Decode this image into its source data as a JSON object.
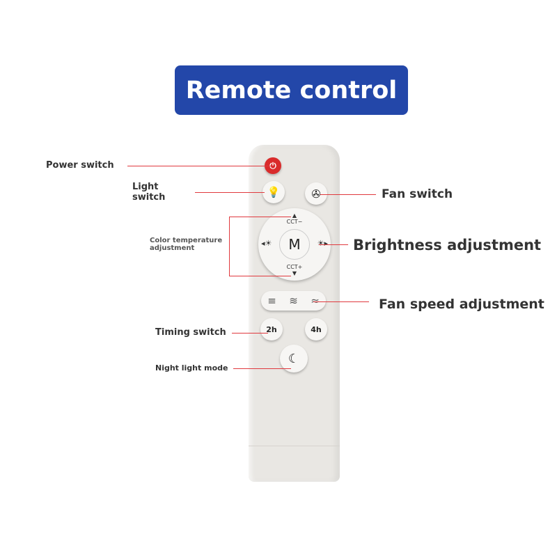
{
  "title": "Remote control",
  "labels": {
    "power": "Power switch",
    "light_1": "Light",
    "light_2": "switch",
    "fan": "Fan switch",
    "cct_1": "Color temperature",
    "cct_2": "adjustment",
    "brightness": "Brightness adjustment",
    "fan_speed": "Fan speed adjustment",
    "timing": "Timing switch",
    "night": "Night light mode"
  },
  "remote": {
    "cct_minus": "CCT−",
    "cct_plus": "CCT+",
    "mode": "M",
    "timer_2h": "2h",
    "timer_4h": "4h"
  },
  "colors": {
    "title_bg": "#2347a9",
    "line": "#e0393e",
    "power": "#d92b2b"
  }
}
